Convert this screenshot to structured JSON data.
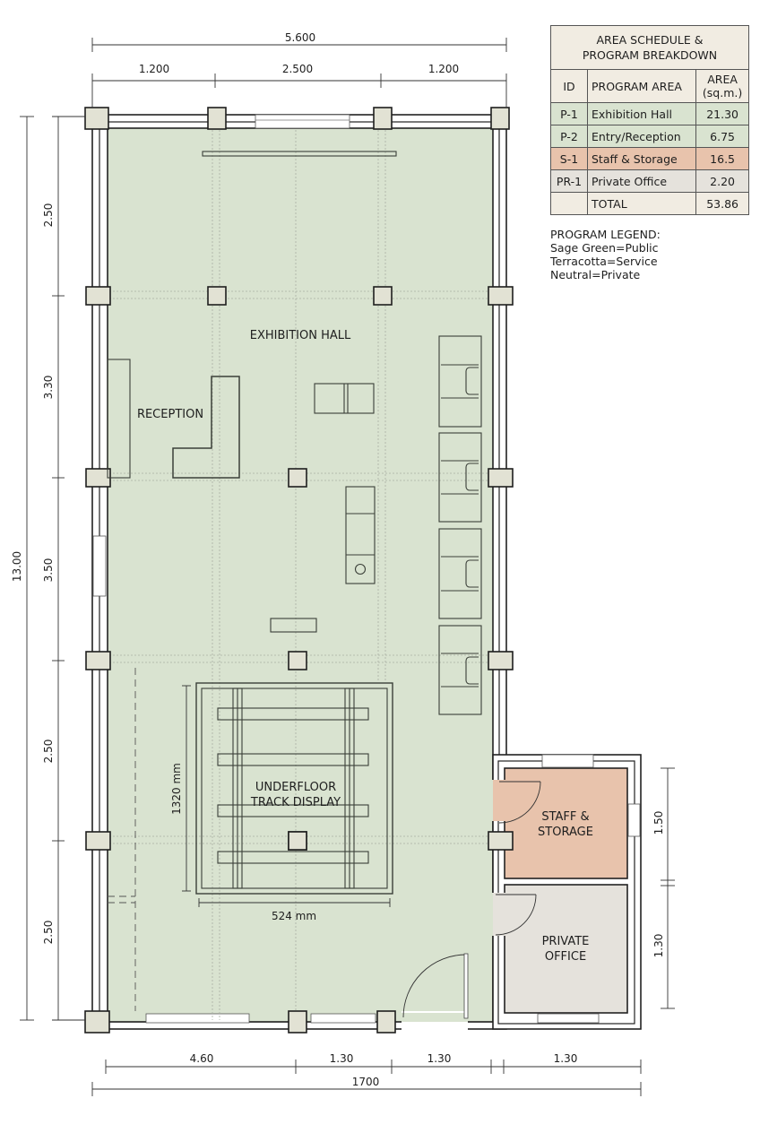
{
  "dimensions": {
    "top_overall": "5.600",
    "top_segments": [
      "1.200",
      "2.500",
      "1.200"
    ],
    "left_overall": "13.00",
    "left_segments": [
      "2.50",
      "3.30",
      "3.50",
      "2.50",
      "2.50"
    ],
    "bottom_segments": [
      "4.60",
      "1.30",
      "1.30",
      "1.30"
    ],
    "bottom_overall": "1700",
    "right_segments": [
      "1.50",
      "1.30"
    ],
    "track_height": "1320 mm",
    "track_width": "524 mm"
  },
  "rooms": {
    "exhibition_hall": "EXHIBITION HALL",
    "reception": "RECEPTION",
    "track_display": [
      "UNDERFLOOR",
      "TRACK DISPLAY"
    ],
    "staff_storage": [
      "STAFF &",
      "STORAGE"
    ],
    "private_office": [
      "PRIVATE",
      "OFFICE"
    ]
  },
  "schedule": {
    "title": [
      "AREA SCHEDULE &",
      "PROGRAM BREAKDOWN"
    ],
    "headers": [
      "ID",
      "PROGRAM AREA",
      "AREA",
      "(sq.m.)"
    ],
    "rows": [
      {
        "id": "P-1",
        "name": "Exhibition Hall",
        "area": "21.30"
      },
      {
        "id": "P-2",
        "name": "Entry/Reception",
        "area": "6.75"
      },
      {
        "id": "S-1",
        "name": "Staff & Storage",
        "area": "16.5"
      },
      {
        "id": "PR-1",
        "name": "Private Office",
        "area": "2.20"
      }
    ],
    "total_label": "TOTAL",
    "total_value": "53.86"
  },
  "legend": {
    "title": "PROGRAM LEGEND:",
    "items": [
      "Sage Green=Public",
      "Terracotta=Service",
      "Neutral=Private"
    ]
  },
  "colors": {
    "public": "#d9e3d0",
    "service": "#e8c3ac",
    "private": "#e5e2dc",
    "table_bg": "#f1ece2"
  }
}
